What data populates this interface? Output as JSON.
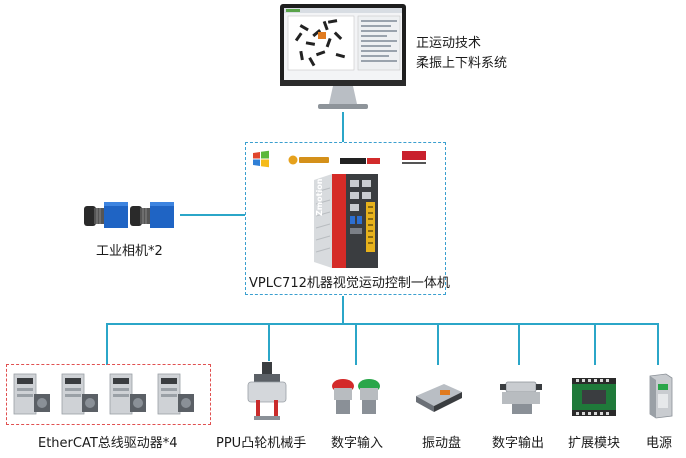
{
  "monitor": {
    "caption_line1": "正运动技术",
    "caption_line2": "柔振上下料系统"
  },
  "controller": {
    "label": "VPLC712机器视觉运动控制一体机",
    "brand_text": "Zmotion",
    "logos": [
      "Windows",
      "Modbus",
      "EtherCAT",
      "GigE Vision"
    ]
  },
  "camera": {
    "label": "工业相机*2"
  },
  "devices": [
    {
      "label": "EtherCAT总线驱动器*4"
    },
    {
      "label": "PPU凸轮机械手"
    },
    {
      "label": "数字输入"
    },
    {
      "label": "振动盘"
    },
    {
      "label": "数字输出"
    },
    {
      "label": "扩展模块"
    },
    {
      "label": "电源"
    }
  ],
  "colors": {
    "line": "#2ba6c8",
    "controller_border": "#3a9fcf",
    "driver_border": "#e05050"
  }
}
